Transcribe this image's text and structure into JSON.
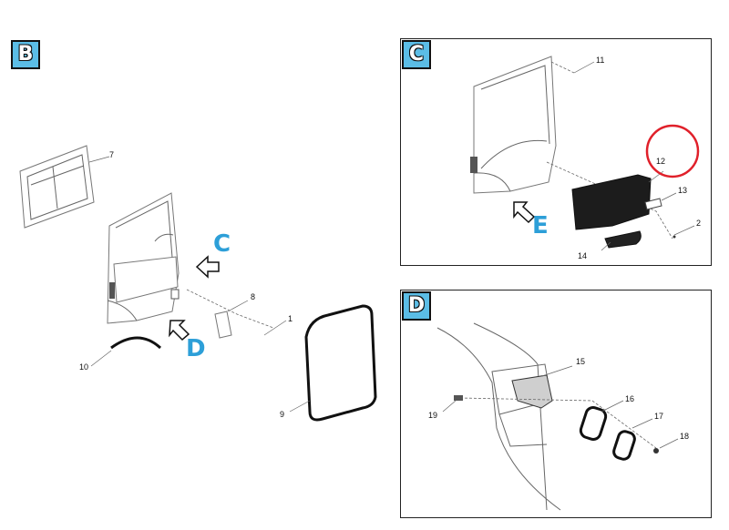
{
  "badges": {
    "b": "B",
    "c": "C",
    "d": "D"
  },
  "callouts": {
    "c": "C",
    "d": "D",
    "e": "E"
  },
  "part_numbers": {
    "p1": "1",
    "p2": "2",
    "p7": "7",
    "p8": "8",
    "p9": "9",
    "p10": "10",
    "p11": "11",
    "p12": "12",
    "p13": "13",
    "p14": "14",
    "p15": "15",
    "p16": "16",
    "p17": "17",
    "p18": "18",
    "p19": "19"
  },
  "colors": {
    "badge_fill": "#5bbde6",
    "callout_text": "#2d9fd8",
    "highlight_circle": "#e0202a"
  }
}
